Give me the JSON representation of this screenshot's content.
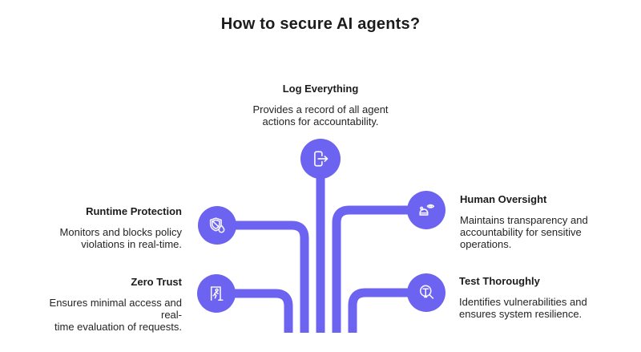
{
  "title": "How to secure AI agents?",
  "colors": {
    "accent": "#6C63F0",
    "heading_text": "#1C1C1C",
    "body_text": "#242424",
    "background": "#FFFFFF",
    "icon_stroke": "#FFFFFF"
  },
  "items": [
    {
      "id": "log-everything",
      "title": "Log Everything",
      "description": "Provides a record of all agent actions for accountability.",
      "description_lines": [
        "Provides a record of all agent",
        "actions for accountability."
      ],
      "icon": "logout-arrow-icon",
      "position": "top-center"
    },
    {
      "id": "runtime-protection",
      "title": "Runtime Protection",
      "description": "Monitors and blocks policy violations in real-time.",
      "description_lines": [
        "Monitors and blocks policy",
        "violations in real-time."
      ],
      "icon": "shield-slash-flame-icon",
      "position": "middle-left"
    },
    {
      "id": "human-oversight",
      "title": "Human Oversight",
      "description": "Maintains transparency and accountability for sensitive operations.",
      "description_lines": [
        "Maintains transparency and",
        "accountability for sensitive",
        "operations."
      ],
      "icon": "eye-robot-icon",
      "position": "middle-right"
    },
    {
      "id": "zero-trust",
      "title": "Zero Trust",
      "description": "Ensures minimal access and real-time evaluation of requests.",
      "description_lines": [
        "Ensures minimal access and real-",
        "time evaluation of requests."
      ],
      "icon": "exit-door-runner-icon",
      "position": "bottom-left"
    },
    {
      "id": "test-thoroughly",
      "title": "Test Thoroughly",
      "description": "Identifies vulnerabilities and ensures system resilience.",
      "description_lines": [
        "Identifies vulnerabilities and",
        "ensures system resilience."
      ],
      "icon": "magnifier-t-icon",
      "position": "bottom-right"
    }
  ]
}
